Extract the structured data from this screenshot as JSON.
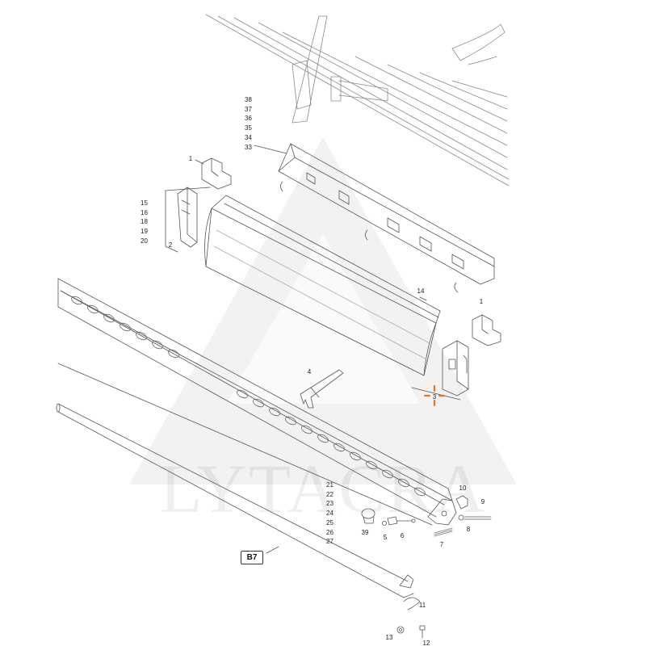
{
  "watermark": {
    "text": "LYTACRA"
  },
  "badge": {
    "label": "B7"
  },
  "callouts": {
    "c1a": "1",
    "c1b": "1",
    "c2": "2",
    "c3": "3",
    "c4": "4",
    "c5": "5",
    "c6": "6",
    "c7": "7",
    "c8": "8",
    "c9": "9",
    "c10": "10",
    "c11": "11",
    "c12": "12",
    "c13": "13",
    "c14": "14",
    "c39": "39"
  },
  "stack_top": [
    "38",
    "37",
    "36",
    "35",
    "34",
    "33"
  ],
  "stack_left": [
    "15",
    "16",
    "18",
    "19",
    "20"
  ],
  "stack_mid": [
    "21",
    "22",
    "23",
    "24",
    "25",
    "26",
    "27"
  ],
  "colors": {
    "line": "#555555",
    "highlight": "#e87722",
    "watermark": "#000000"
  }
}
